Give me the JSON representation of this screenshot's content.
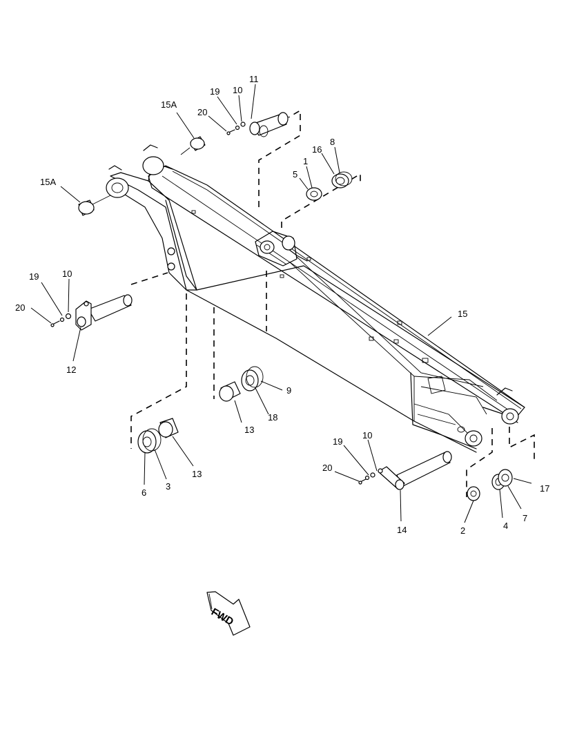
{
  "callouts": {
    "c1": "1",
    "c2": "2",
    "c3": "3",
    "c4": "4",
    "c5": "5",
    "c6": "6",
    "c7": "7",
    "c8": "8",
    "c9": "9",
    "c10a": "10",
    "c10b": "10",
    "c10c": "10",
    "c11": "11",
    "c12": "12",
    "c13a": "13",
    "c13b": "13",
    "c14": "14",
    "c15": "15",
    "c15a1": "15A",
    "c15a2": "15A",
    "c16": "16",
    "c17": "17",
    "c18": "18",
    "c19a": "19",
    "c19b": "19",
    "c19c": "19",
    "c20a": "20",
    "c20b": "20",
    "c20c": "20"
  },
  "direction_marker": {
    "label": "FWD"
  }
}
